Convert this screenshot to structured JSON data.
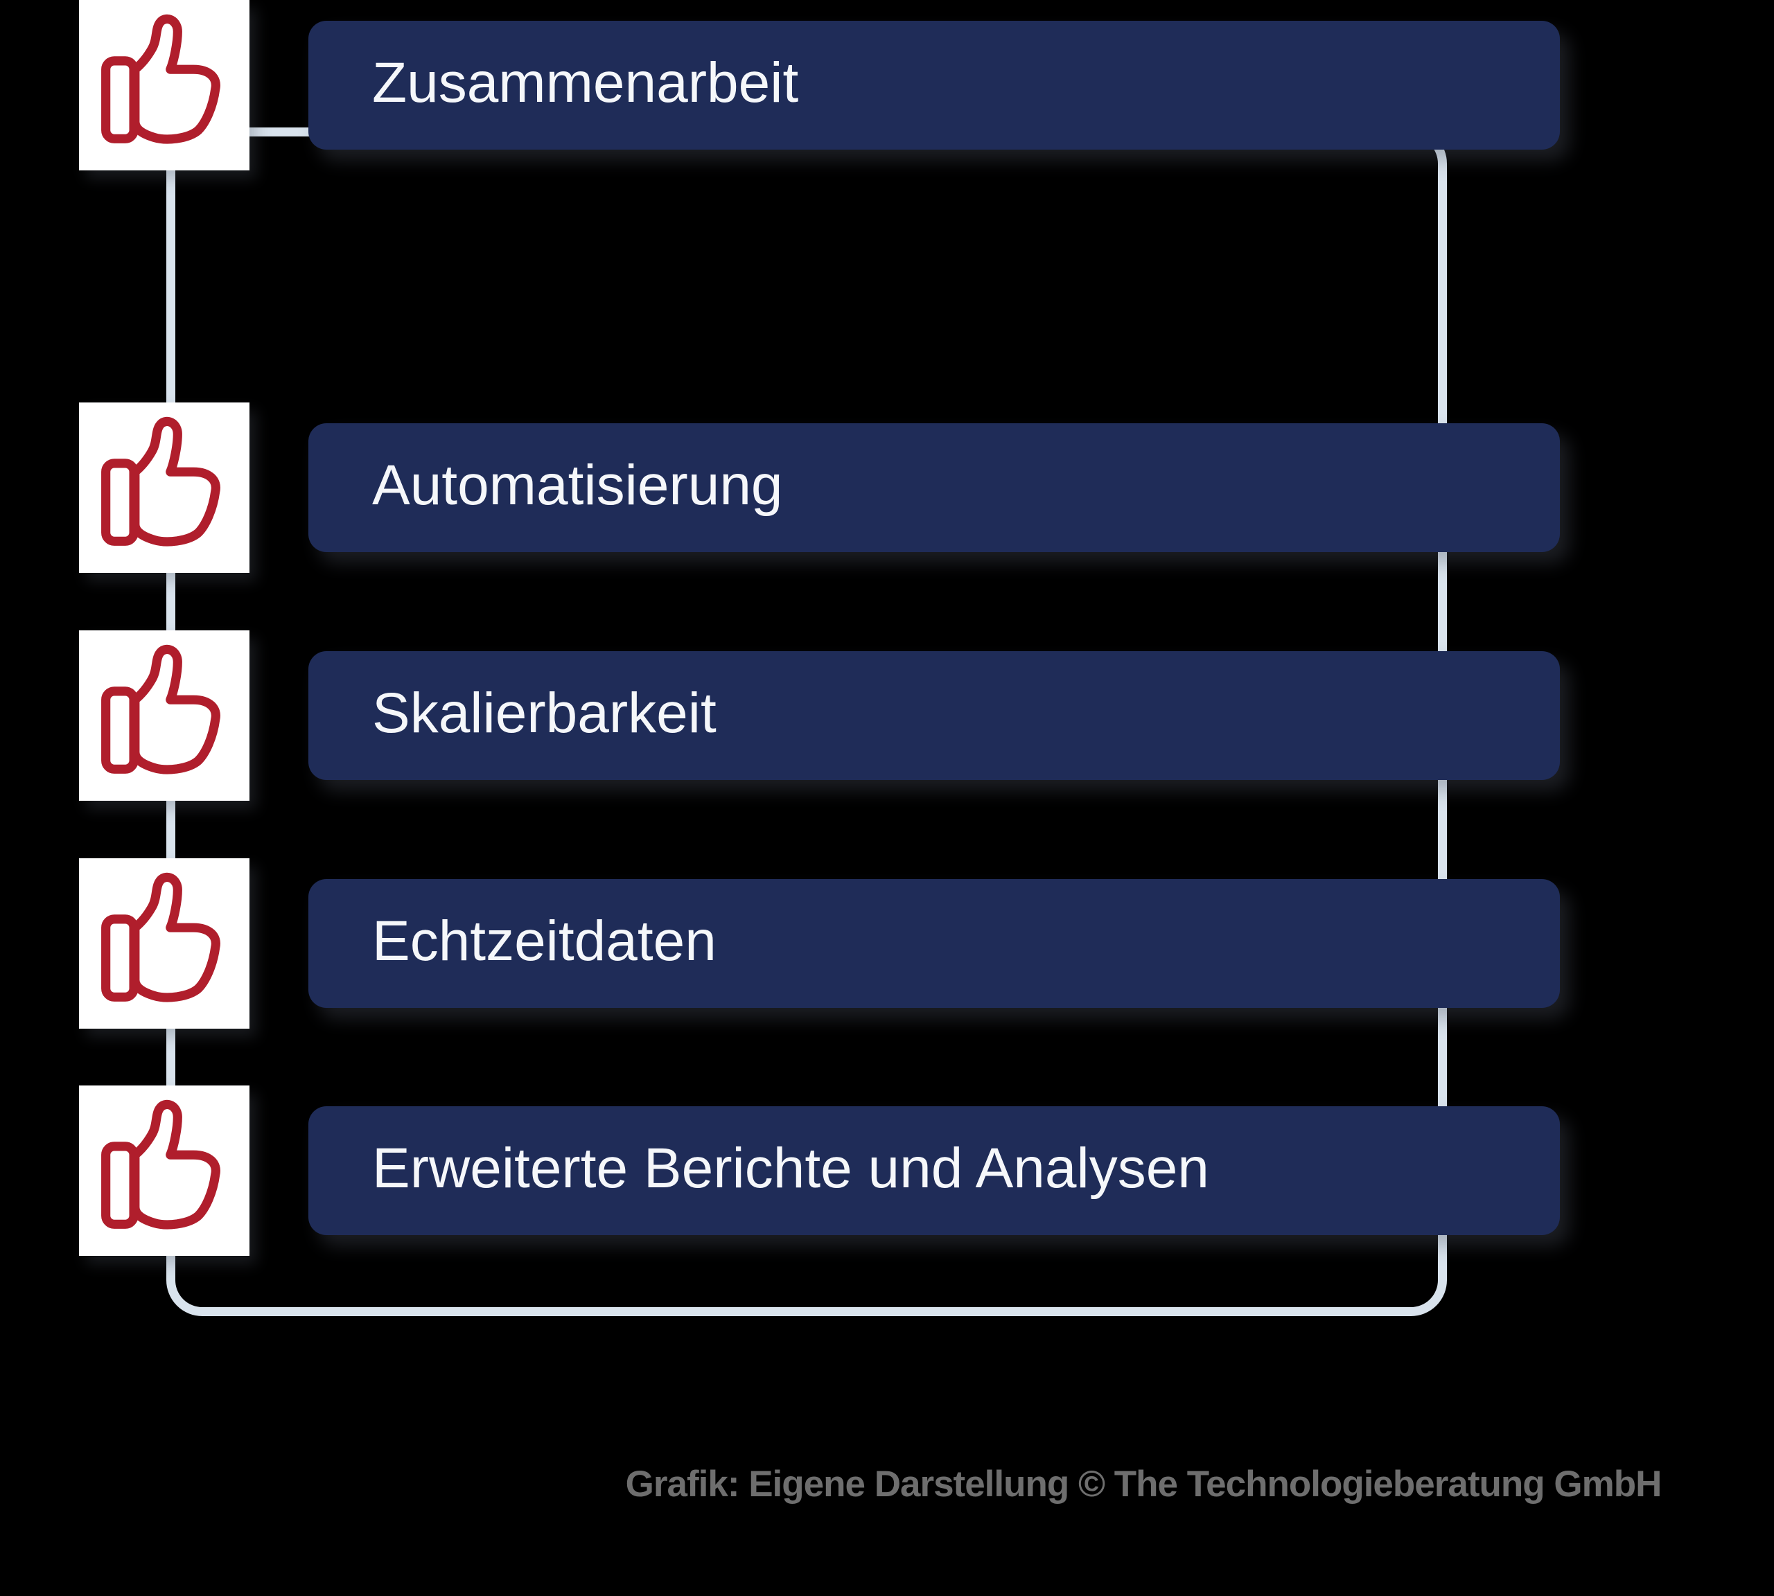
{
  "diagram": {
    "items": [
      {
        "label": "Automatisierung",
        "icon": "thumbs-up-icon"
      },
      {
        "label": "Skalierbarkeit",
        "icon": "thumbs-up-icon"
      },
      {
        "label": "Echtzeitdaten",
        "icon": "thumbs-up-icon"
      },
      {
        "label": "Erweiterte Berichte und Analysen",
        "icon": "thumbs-up-icon"
      },
      {
        "label": "Zusammenarbeit",
        "icon": "thumbs-up-icon"
      }
    ],
    "caption": "Grafik: Eigene Darstellung © The Technologieberatung GmbH"
  },
  "colors": {
    "background": "#000000",
    "bar_background": "#1f2c58",
    "bar_text": "#f5f7fa",
    "icon_stroke": "#b01e2c",
    "icon_box_background": "#ffffff",
    "frame_stroke": "#d9e3ed",
    "caption_text": "#6e6e6e"
  }
}
